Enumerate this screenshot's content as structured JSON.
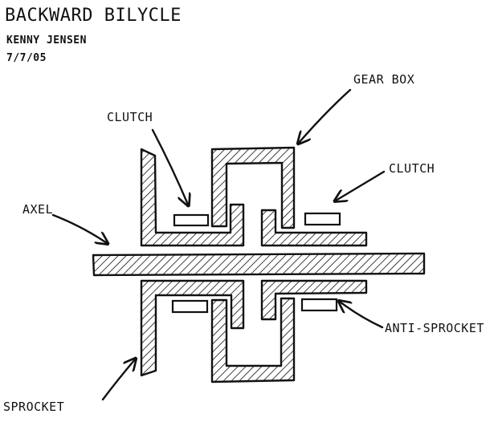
{
  "title": "BACKWARD BILYCLE",
  "author": "KENNY JENSEN",
  "date": "7/7/05",
  "labels": {
    "gear_box": "GEAR BOX",
    "clutch_left": "CLUTCH",
    "clutch_right": "CLUTCH",
    "axel": "AXEL",
    "anti_sprocket": "ANTI-SPROCKET",
    "sprocket": "SPROCKET"
  },
  "colors": {
    "ink": "#111111",
    "paper": "#ffffff"
  }
}
